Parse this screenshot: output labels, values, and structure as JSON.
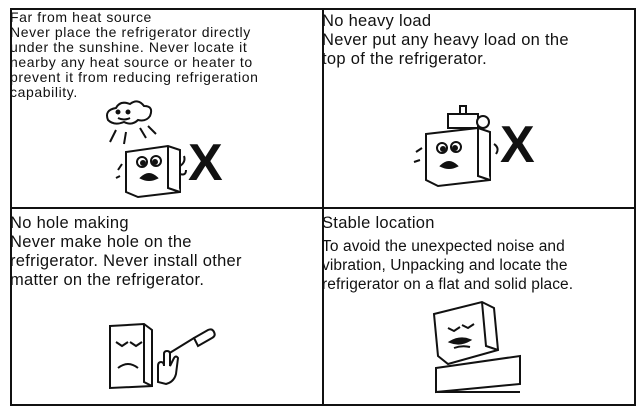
{
  "panels": {
    "heat": {
      "title": "Far from heat source",
      "lines": [
        "Never place the refrigerator directly",
        "under the sunshine. Never locate it",
        "nearby any heat source or heater to",
        "prevent it from reducing refrigeration",
        "capability."
      ],
      "mark": "X"
    },
    "load": {
      "title": "No heavy load",
      "lines": [
        "Never put any heavy load on the",
        "top of the refrigerator."
      ],
      "mark": "X"
    },
    "hole": {
      "title": "No hole making",
      "lines": [
        "Never make hole on the",
        "refrigerator. Never install other",
        "matter on the refrigerator."
      ]
    },
    "stable": {
      "title": "Stable location",
      "lines": [
        "To avoid the unexpected noise and",
        "vibration, Unpacking and locate the",
        "refrigerator on a flat and solid place."
      ]
    }
  }
}
